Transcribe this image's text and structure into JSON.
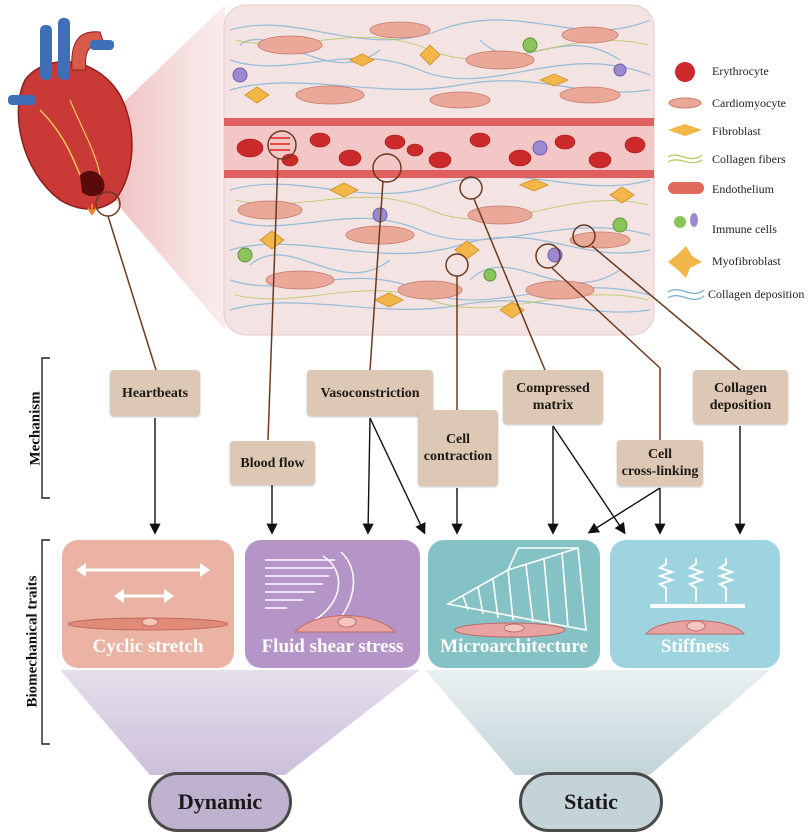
{
  "legend": {
    "items": [
      {
        "label": "Erythrocyte",
        "icon": "erythrocyte-icon"
      },
      {
        "label": "Cardiomyocyte",
        "icon": "cardiomyocyte-icon"
      },
      {
        "label": "Fibroblast",
        "icon": "fibroblast-icon"
      },
      {
        "label": "Collagen fibers",
        "icon": "collagen-fibers-icon"
      },
      {
        "label": "Endothelium",
        "icon": "endothelium-icon"
      },
      {
        "label": "Immune cells",
        "icon": "immune-cells-icon"
      },
      {
        "label": "Myofibroblast",
        "icon": "myofibroblast-icon"
      },
      {
        "label": "Collagen deposition",
        "icon": "collagen-deposition-icon"
      }
    ]
  },
  "side_labels": {
    "mechanism": "Mechanism",
    "traits": "Biomechanical traits"
  },
  "mechanisms": {
    "heartbeats": "Heartbeats",
    "blood_flow": "Blood flow",
    "vasoconstriction": "Vasoconstriction",
    "cell_contraction": [
      "Cell",
      "contraction"
    ],
    "compressed_matrix": [
      "Compressed",
      "matrix"
    ],
    "cell_crosslinking": [
      "Cell",
      "cross-linking"
    ],
    "collagen_deposition": [
      "Collagen",
      "deposition"
    ]
  },
  "traits": {
    "cyclic_stretch": "Cyclic stretch",
    "fluid_shear_stress": "Fluid shear stress",
    "microarchitecture": "Microarchitecture",
    "stiffness": "Stiffness"
  },
  "groups": {
    "dynamic": "Dynamic",
    "static": "Static"
  },
  "colors": {
    "cyclic_stretch": "#eab3a3",
    "fluid_shear_stress": "#b594c8",
    "microarchitecture": "#84c2c6",
    "stiffness": "#9ed4e0",
    "mechanism_box": "#dcc8b4",
    "connector": "#6b3a1f"
  }
}
